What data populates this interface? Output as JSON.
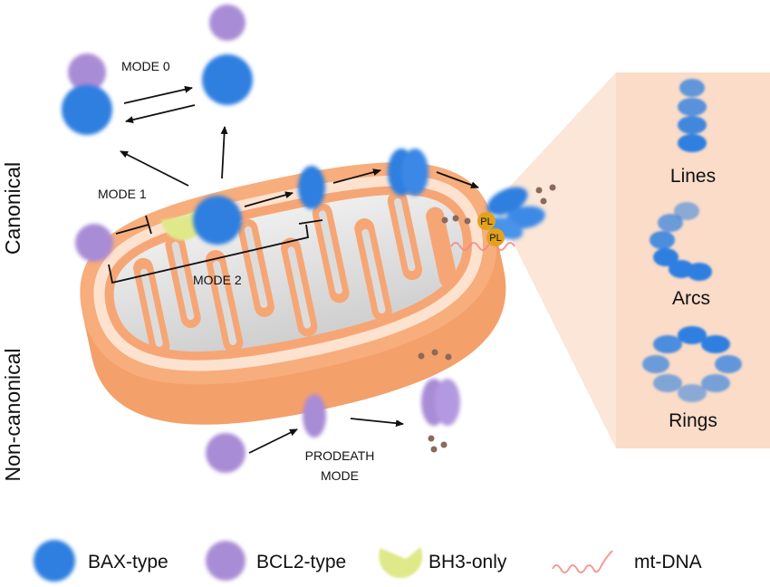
{
  "side_labels": {
    "canonical": "Canonical",
    "non_canonical": "Non-canonical"
  },
  "mode_labels": {
    "mode0": "MODE 0",
    "mode1": "MODE 1",
    "mode2": "MODE 2",
    "prodeath_line1": "PRODEATH",
    "prodeath_line2": "MODE"
  },
  "pore_labels": {
    "pl": "PL"
  },
  "inset": {
    "lines": "Lines",
    "arcs": "Arcs",
    "rings": "Rings"
  },
  "legend": {
    "bax": "BAX-type",
    "bcl2": "BCL2-type",
    "bh3": "BH3-only",
    "mtdna": "mt-DNA"
  },
  "colors": {
    "bax_blue": "#2f7fe0",
    "bcl2_purple": "#a98cd6",
    "bh3_yellow": "#dfe98a",
    "membrane_orange": "#f6a877",
    "inset_bg": "#fbe0cf",
    "matrix_grey": "#d9d9d9",
    "pl_gold": "#e2a21a",
    "mtdna_pink": "#f08a8a",
    "cytc_brown": "#8a6a5a"
  }
}
